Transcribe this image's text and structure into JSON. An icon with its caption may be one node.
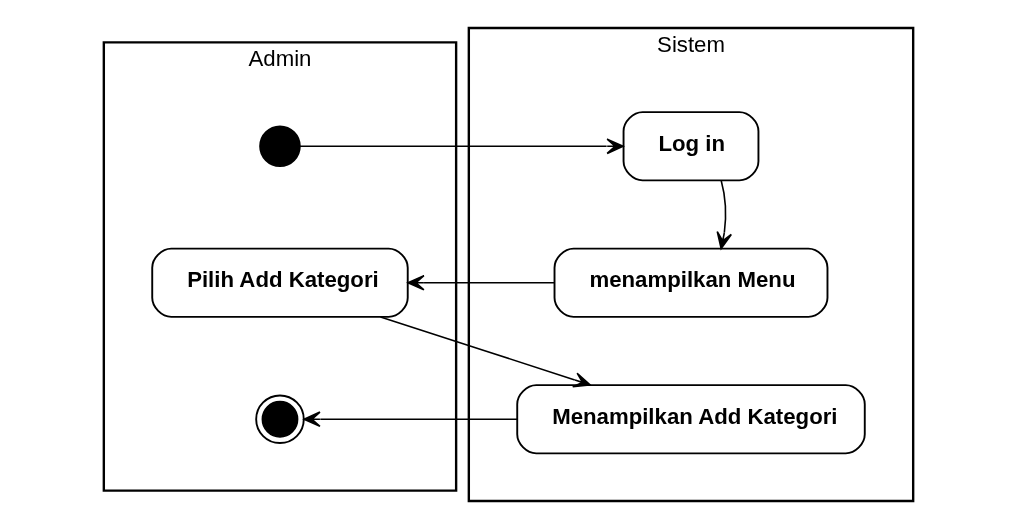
{
  "diagram": {
    "nodes": [
      {
        "text": [
          "Admin"
        ]
      },
      {
        "text": [
          "Sistem"
        ]
      },
      {
        "text": [],
        "shape": "circle",
        "in": 0
      },
      {
        "text": [
          "Log in"
        ],
        "in": 1
      },
      {
        "text": [
          "menampilkan Menu"
        ],
        "in": 1
      },
      {
        "text": [
          "Pilih Add Kategori"
        ],
        "in": 0
      },
      {
        "text": [
          "Menampilkan Add Kategori"
        ],
        "in": 1
      },
      {
        "text": [],
        "shape": "bullseye",
        "in": 0
      }
    ],
    "edges": [
      {
        "from": 2,
        "to": 3,
        "arrow": "to"
      },
      {
        "from": 3,
        "to": 4,
        "arrow": "to"
      },
      {
        "from": 4,
        "to": 5,
        "arrow": "to"
      },
      {
        "from": 5,
        "to": 6,
        "arrow": "to"
      },
      {
        "from": 6,
        "to": 7,
        "arrow": "to"
      }
    ]
  }
}
